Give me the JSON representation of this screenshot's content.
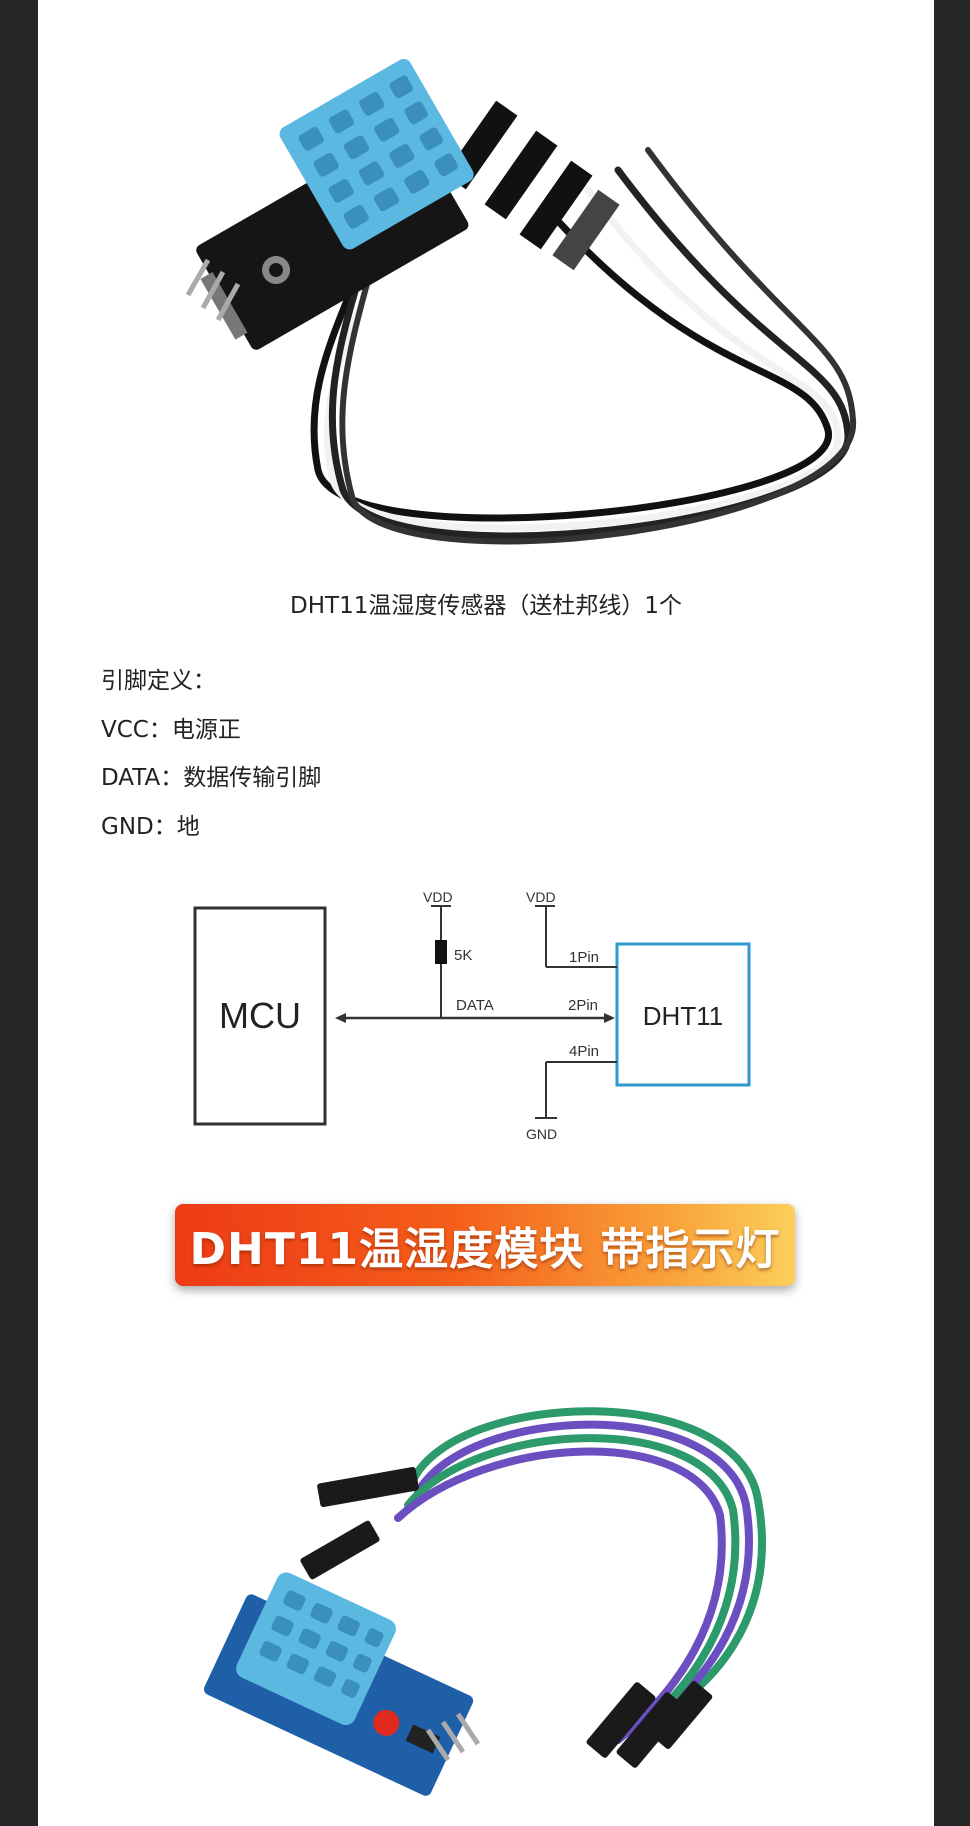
{
  "product_caption": "DHT11温湿度传感器（送杜邦线）1个",
  "pin_definitions": {
    "title": "引脚定义：",
    "vcc": "VCC：电源正",
    "data": "DATA：数据传输引脚",
    "gnd": "GND：地"
  },
  "schematic": {
    "mcu_label": "MCU",
    "module_label": "DHT11",
    "vdd_left": "VDD",
    "vdd_right": "VDD",
    "resistor": "5K",
    "data_line": "DATA",
    "pin1": "1Pin",
    "pin2": "2Pin",
    "pin4": "4Pin",
    "gnd": "GND"
  },
  "banner_title": "DHT11温湿度模块 带指示灯",
  "colors": {
    "sensor_blue": "#5bb8e0",
    "pcb_black": "#151515",
    "pcb_blue": "#1f5fa8",
    "banner_orange": "#ee3a16",
    "banner_yellow": "#fccf5a",
    "dht_box_blue": "#2e9ad0"
  }
}
